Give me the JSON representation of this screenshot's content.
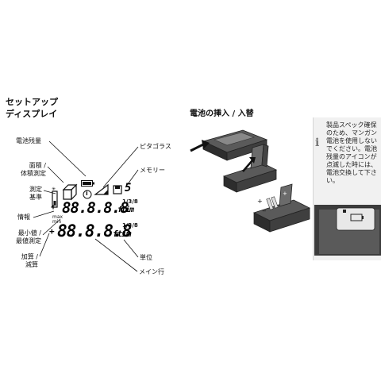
{
  "setup": {
    "heading_line1": "セットアップ",
    "heading_line2": "ディスプレイ"
  },
  "display_labels": {
    "battery": "電池残量",
    "area_volume_line1": "面積 /",
    "area_volume_line2": "体積測定",
    "reference_line1": "測定",
    "reference_line2": "基準",
    "info": "情報",
    "minmax_line1": "最小値 /",
    "minmax_line2": "最値測定",
    "addsub_line1": "加算 /",
    "addsub_line2": "減算",
    "pythagoras": "ピタゴラス",
    "memory": "メモリー",
    "unit": "単位",
    "main_line": "メイン行"
  },
  "lcd": {
    "row1_digits": "88.8.8.8",
    "row2_digits": "88.8.8.8",
    "row1_unit": "ftim",
    "row2_unit": "ftim",
    "fraction_num": "1/3",
    "fraction_den": "/8",
    "max_label": "max",
    "min_label": "min",
    "plus_minus": "+",
    "minus": "−",
    "info_symbol": "i",
    "memory_symbol": "5"
  },
  "battery_section": {
    "heading": "電池の挿入 / 入替"
  },
  "note": {
    "icon": "i",
    "text": "製品スペック確保のため、マンガン電池を使用しないでください。電池残量のアイコンが点滅した時には、電池交換して下さい。"
  },
  "colors": {
    "device_dark": "#3a3a3a",
    "device_mid": "#6b6b6b",
    "note_bg": "#f1f1f1"
  }
}
